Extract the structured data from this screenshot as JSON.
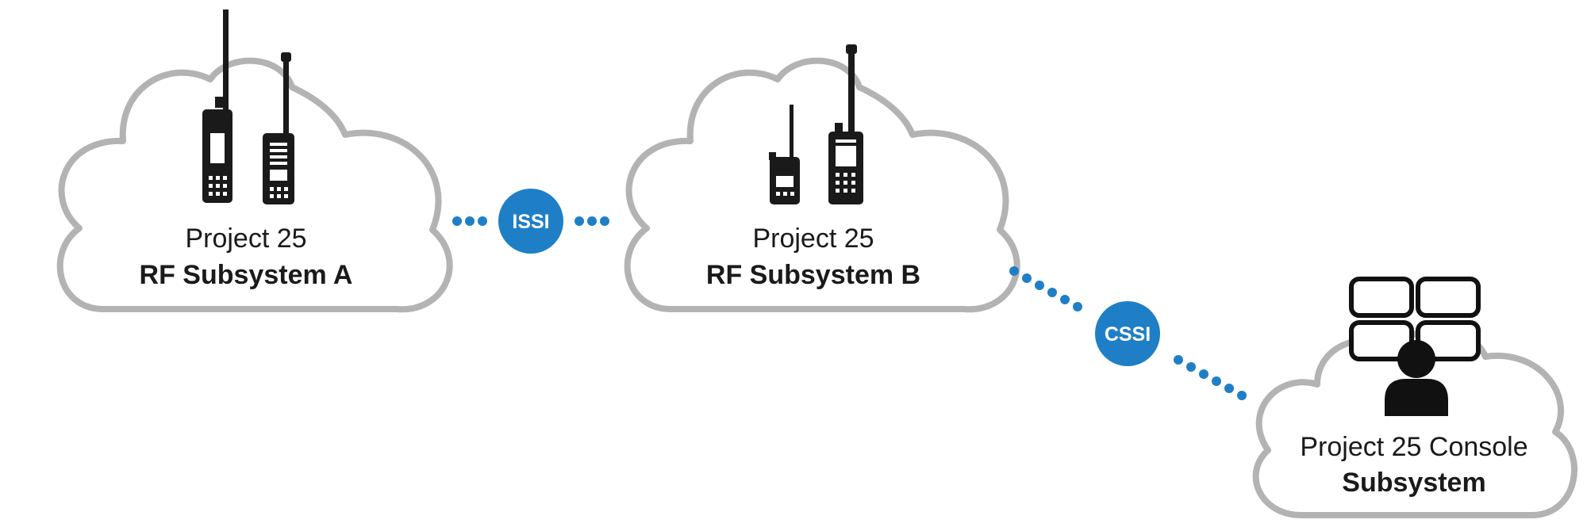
{
  "diagram": {
    "clouds": [
      {
        "id": "rf-a",
        "line1": "Project 25",
        "line2": "RF Subsystem A",
        "icon": "two-radios-icon"
      },
      {
        "id": "rf-b",
        "line1": "Project 25",
        "line2": "RF Subsystem B",
        "icon": "two-radios-icon"
      },
      {
        "id": "console",
        "line1": "Project 25 Console",
        "line2": "Subsystem",
        "icon": "console-operator-icon"
      }
    ],
    "links": [
      {
        "label": "ISSI",
        "from": "rf-a",
        "to": "rf-b"
      },
      {
        "label": "CSSI",
        "from": "rf-b",
        "to": "console"
      }
    ],
    "colors": {
      "link": "#1f7fc6",
      "cloud_outline": "#b3b3b3",
      "icon": "#1a1a1a"
    }
  }
}
